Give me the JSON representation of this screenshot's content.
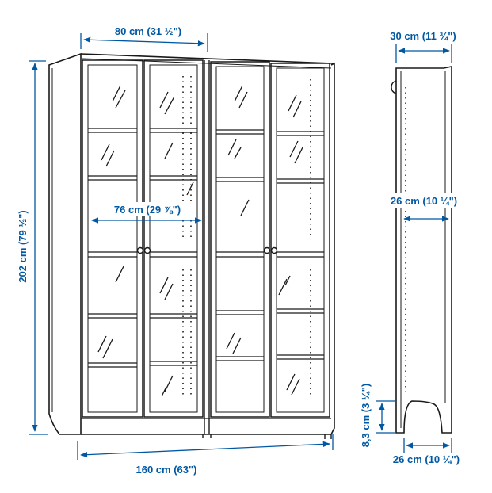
{
  "colors": {
    "dimension": "#0058a3",
    "outline": "#1a1a1a",
    "background": "#ffffff"
  },
  "dimensions": {
    "front_width_single": "80 cm (31 ½\")",
    "front_width_total": "160 cm (63\")",
    "height_total": "202 cm (79 ½\")",
    "inner_width": "76 cm (29 ⅞\")",
    "side_depth_top": "30 cm (11 ¾\")",
    "side_depth_inner": "26 cm (10 ¼\")",
    "side_depth_bottom": "26 cm (10 ¼\")",
    "plinth_height": "8,3 cm (3 ¼\")"
  }
}
